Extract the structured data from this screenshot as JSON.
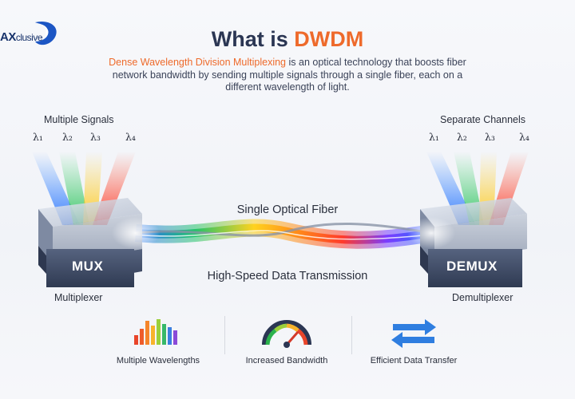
{
  "logo": {
    "text_main": "AX",
    "text_rest": "clusive"
  },
  "title": {
    "prefix": "What is ",
    "highlight": "DWDM"
  },
  "subtitle": {
    "highlight": "Dense Wavelength Division Multiplexing",
    "rest": " is an optical technology that boosts fiber network bandwidth by sending multiple signals through a single fiber, each on a different wavelength of light."
  },
  "left": {
    "heading": "Multiple Signals",
    "lambdas": [
      "λ₁",
      "λ₂",
      "λ₃",
      "λ₄"
    ],
    "box_label": "MUX",
    "caption": "Multiplexer"
  },
  "right": {
    "heading": "Separate Channels",
    "lambdas": [
      "λ₁",
      "λ₂",
      "λ₃",
      "λ₄"
    ],
    "box_label": "DEMUX",
    "caption": "Demultiplexer"
  },
  "fiber": {
    "top_label": "Single Optical Fiber",
    "bottom_label": "High-Speed Data Transmission"
  },
  "features": [
    {
      "label": "Multiple Wavelengths",
      "icon": "bar-spectrum-icon"
    },
    {
      "label": "Increased Bandwidth",
      "icon": "speedometer-icon"
    },
    {
      "label": "Efficient Data Transfer",
      "icon": "exchange-arrows-icon"
    }
  ],
  "colors": {
    "accent": "#ee6a2b",
    "title": "#2b3653",
    "box": "#3d4a66",
    "arrow_blue": "#2f7ee0"
  }
}
